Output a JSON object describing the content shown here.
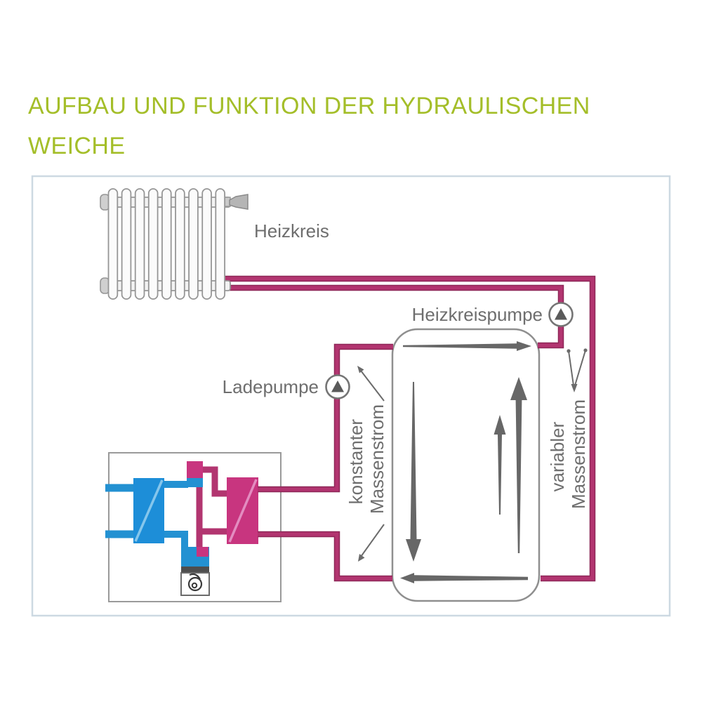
{
  "heading": {
    "lines": [
      "AUFBAU UND FUNKTION DER HYDRAULISCHEN",
      "WEICHE"
    ],
    "color": "#a4be29"
  },
  "diagram": {
    "labels": {
      "radiator": "Heizkreis",
      "heating_pump": "Heizkreispumpe",
      "charge_pump": "Ladepumpe",
      "constant_flow_line1": "konstanter",
      "constant_flow_line2": "Massenstrom",
      "variable_flow_line1": "variabler",
      "variable_flow_line2": "Massenstrom"
    },
    "colors": {
      "frame_border": "#cdd9e2",
      "pipe_fill": "#b23570",
      "pipe_edge": "#8e2757",
      "boiler_blue": "#2391d2",
      "boiler_pink": "#c8357f",
      "outline_gray": "#8f8f8f",
      "arrow_gray": "#676767",
      "label_gray": "#6e6e6e"
    }
  }
}
